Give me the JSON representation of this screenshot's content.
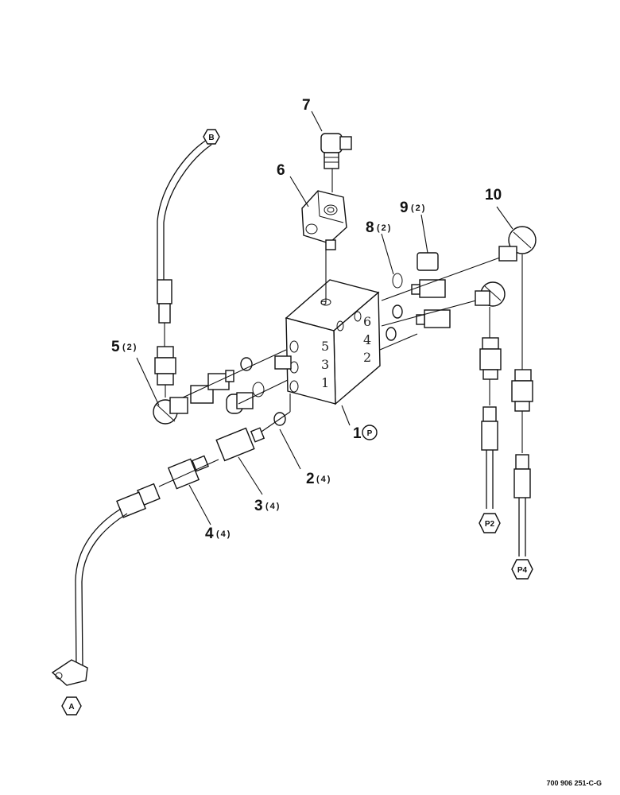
{
  "callouts": [
    {
      "num": "1",
      "suffix": "P"
    },
    {
      "num": "2",
      "qty": "(4)"
    },
    {
      "num": "3",
      "qty": "(4)"
    },
    {
      "num": "4",
      "qty": "(4)"
    },
    {
      "num": "5",
      "qty": "(2)"
    },
    {
      "num": "6",
      "qty": ""
    },
    {
      "num": "7",
      "qty": ""
    },
    {
      "num": "8",
      "qty": "(2)"
    },
    {
      "num": "9",
      "qty": "(2)"
    },
    {
      "num": "10",
      "qty": ""
    }
  ],
  "connectors": {
    "a": "A",
    "b": "B",
    "p2": "P2",
    "p4": "P4"
  },
  "block_ports": {
    "p1": "1",
    "p2": "2",
    "p3": "3",
    "p4": "4",
    "p5": "5",
    "p6": "6"
  },
  "drawing_code": "700 906 251-C-G"
}
